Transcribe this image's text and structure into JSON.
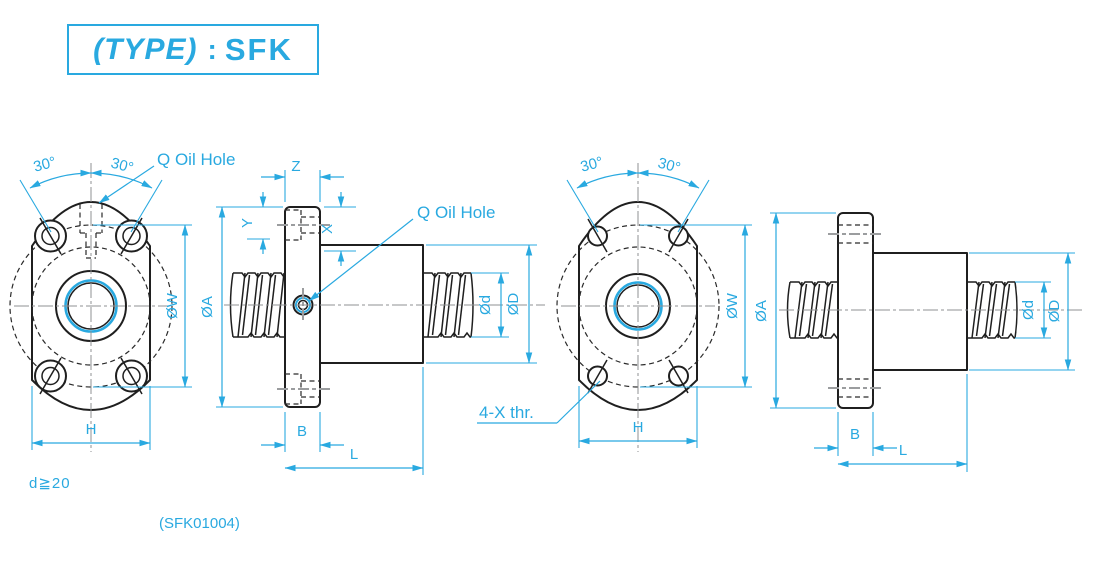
{
  "title": {
    "type": "(TYPE)",
    "colon": ":",
    "code": "SFK"
  },
  "notes": {
    "diameter_condition": "d≧20",
    "model_code": "(SFK01004)"
  },
  "dims": {
    "angle": "30°",
    "oil_hole": "Q Oil Hole",
    "w": "ØW",
    "a": "ØA",
    "h": "H",
    "z": "Z",
    "y": "Y",
    "x": "X",
    "d_screw": "Ød",
    "d_nut": "ØD",
    "b": "B",
    "l": "L",
    "thread_note": "4-X thr."
  },
  "colors": {
    "accent": "#29a9e0",
    "line": "#1f1f1f",
    "centerline": "#9b9d9f"
  }
}
